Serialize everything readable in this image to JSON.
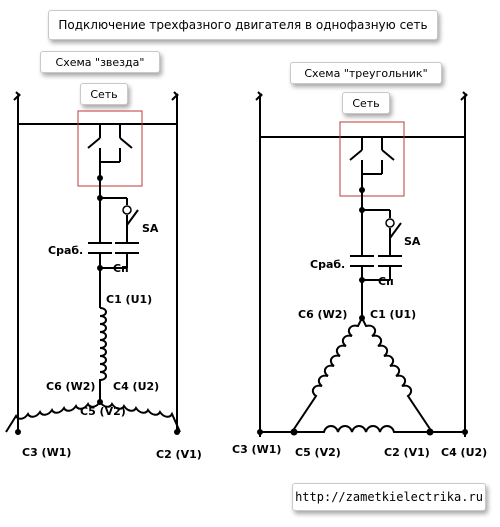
{
  "title": "Подключение трехфазного двигателя в однофазную сеть",
  "url": "http://zametkielectrika.ru",
  "colors": {
    "wire": "#000000",
    "switch_box": "#c0393b",
    "shadow": "#888888"
  },
  "star": {
    "scheme": "Схема \"звезда\"",
    "net": "Сеть",
    "sa": "SA",
    "c_work": "Сраб.",
    "c_start": "Сп",
    "c1": "С1 (U1)",
    "c6": "С6 (W2)",
    "c4": "С4 (U2)",
    "c5": "С5 (V2)",
    "c3": "С3 (W1)",
    "c2": "С2 (V1)"
  },
  "delta": {
    "scheme": "Схема \"треугольник\"",
    "net": "Сеть",
    "sa": "SA",
    "c_work": "Сраб.",
    "c_start": "Сп",
    "c6": "С6 (W2)",
    "c1": "С1 (U1)",
    "c3": "С3 (W1)",
    "c5": "С5 (V2)",
    "c2": "С2 (V1)",
    "c4": "С4 (U2)"
  }
}
